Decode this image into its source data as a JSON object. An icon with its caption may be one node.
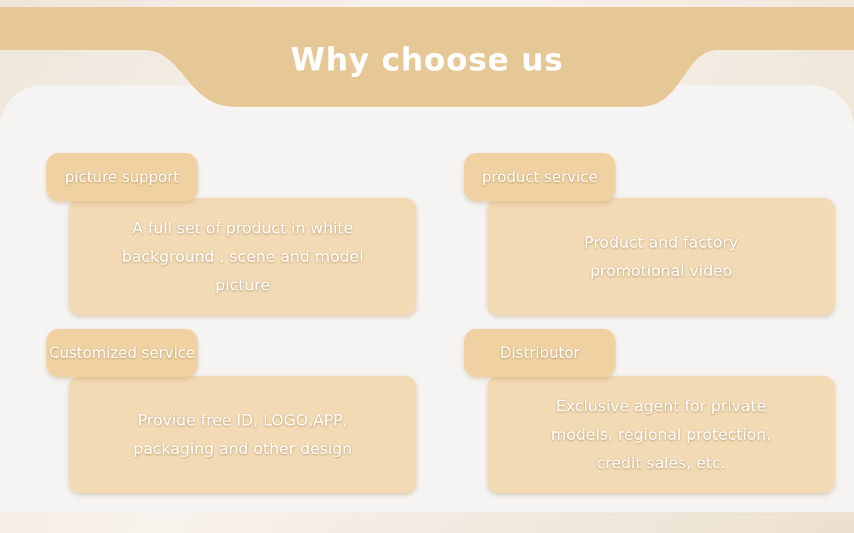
{
  "diagram": {
    "title": "Why choose us",
    "nodes": [
      {
        "text": [
          "picture support"
        ]
      },
      {
        "text": [
          "A full set of product in white background , scene and model picture"
        ]
      },
      {
        "text": [
          "product service"
        ]
      },
      {
        "text": [
          "Product and factory promotional video"
        ]
      },
      {
        "text": [
          "Customized service"
        ]
      },
      {
        "text": [
          "Provide free ID, LOGO,APP, packaging and other design"
        ]
      },
      {
        "text": [
          "Distributor"
        ]
      },
      {
        "text": [
          "Exclusive agent for private models, regional protection, credit sales, etc."
        ]
      }
    ],
    "edges": []
  }
}
